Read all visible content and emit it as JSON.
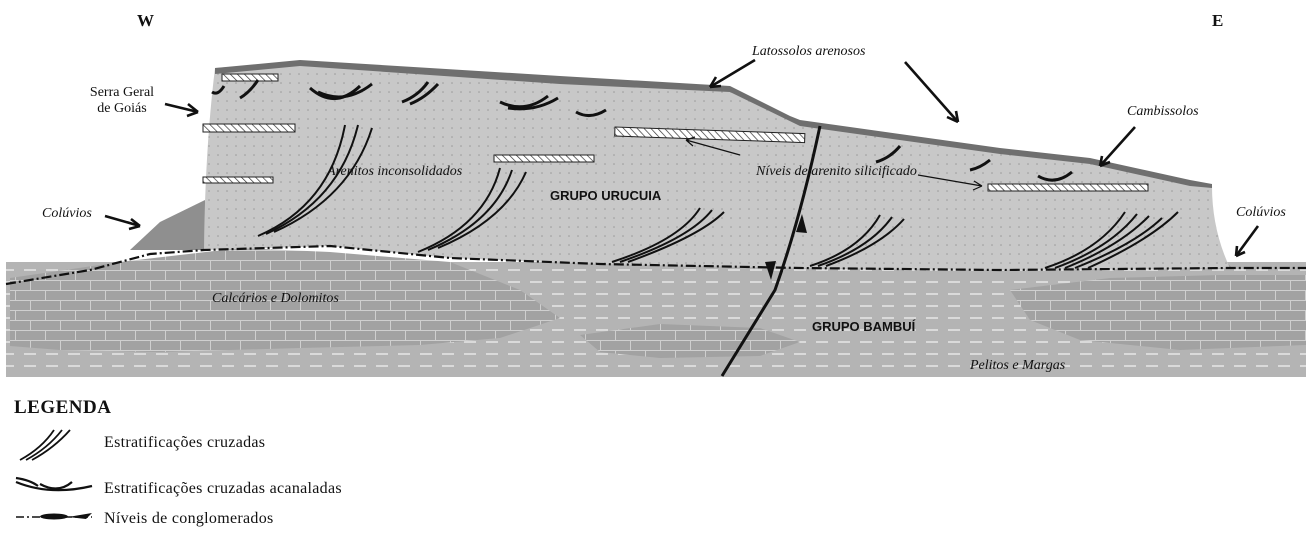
{
  "directions": {
    "west": "W",
    "east": "E"
  },
  "labels": {
    "serra_geral": "Serra Geral\nde Goiás",
    "latossolos": "Latossolos arenosos",
    "cambissolos": "Cambissolos",
    "coluvios_left": "Colúvios",
    "coluvios_right": "Colúvios",
    "arenitos": "Arenitos inconsolidados",
    "grupo_urucuia": "GRUPO URUCUIA",
    "niveis_arenito": "Níveis de arenito silicificado",
    "calcarios": "Calcários e Dolomitos",
    "grupo_bambui": "GRUPO BAMBUÍ",
    "pelitos": "Pelitos e Margas"
  },
  "legend": {
    "title": "LEGENDA",
    "items": [
      {
        "icon": "cross-stratification-icon",
        "label": "Estratificações cruzadas"
      },
      {
        "icon": "trough-cross-stratification-icon",
        "label": "Estratificações cruzadas acanaladas"
      },
      {
        "icon": "conglomerate-level-icon",
        "label": "Níveis de conglomerados"
      }
    ]
  },
  "colors": {
    "sandstone": "#c8c8c8",
    "bambui_pelite": "#b4b4b4",
    "limestone": "#a2a2a2",
    "soil_cover": "#7a7a7a",
    "ink": "#111111"
  }
}
